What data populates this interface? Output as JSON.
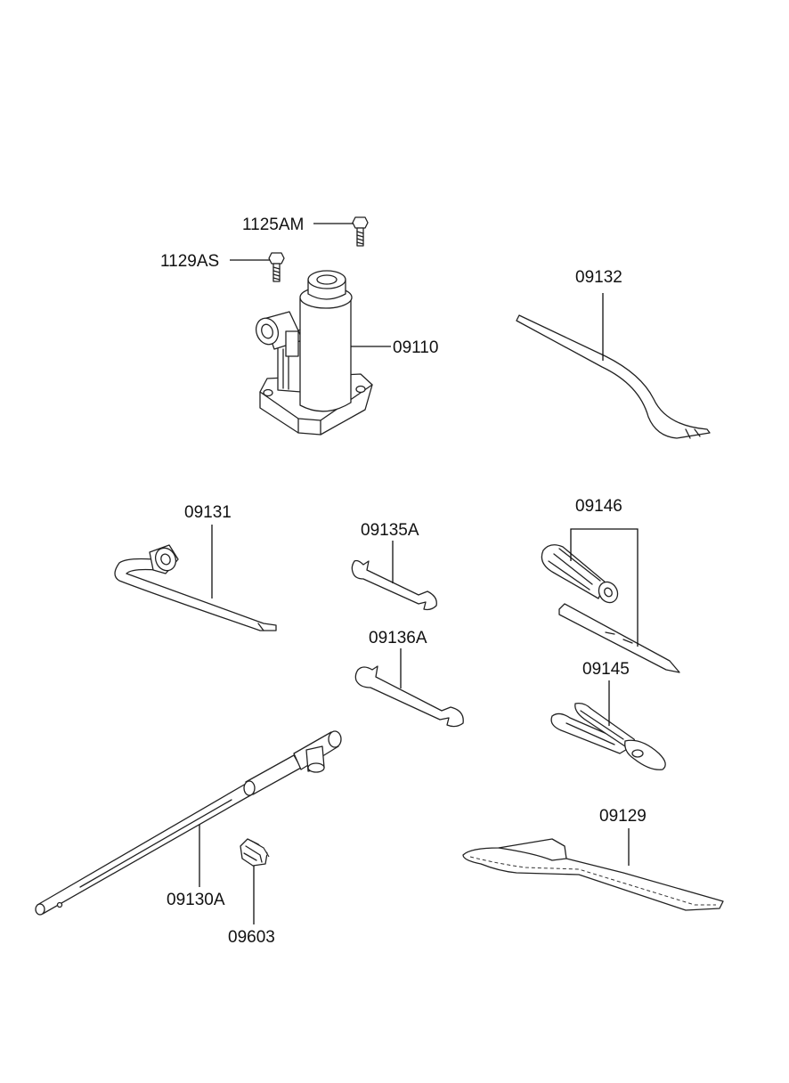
{
  "parts": {
    "p1125AM": "1125AM",
    "p1129AS": "1129AS",
    "p09110": "09110",
    "p09132": "09132",
    "p09131": "09131",
    "p09135A": "09135A",
    "p09136A": "09136A",
    "p09146": "09146",
    "p09145": "09145",
    "p09129": "09129",
    "p09130A": "09130A",
    "p09603": "09603"
  }
}
